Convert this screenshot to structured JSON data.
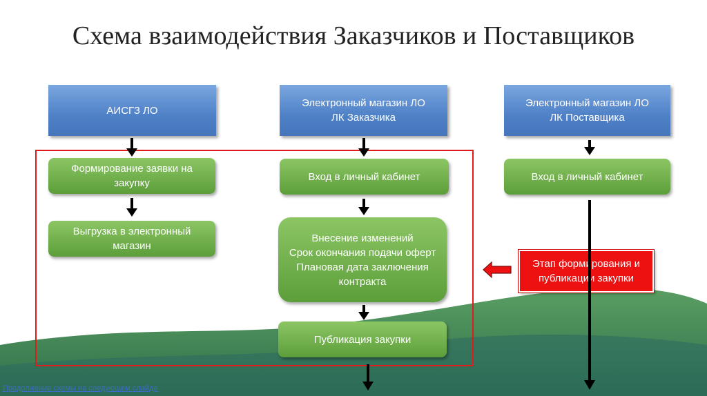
{
  "slide": {
    "title": "Схема взаимодействия Заказчиков и Поставщиков",
    "footer_link": "Продолжение схемы на следующем слайде"
  },
  "columns": {
    "left": {
      "header": "АИСГЗ ЛО",
      "steps": [
        "Формирование заявки на закупку",
        "Выгрузка в электронный магазин"
      ]
    },
    "middle": {
      "header": "Электронный магазин ЛО\nЛК Заказчика",
      "steps": [
        "Вход в личный кабинет",
        "Внесение изменений\nСрок окончания подачи оферт\nПлановая дата заключения контракта",
        "Публикация закупки"
      ]
    },
    "right": {
      "header": "Электронный магазин ЛО\nЛК Поставщика",
      "steps": [
        "Вход в личный кабинет"
      ],
      "stage_note": "Этап формирования и публикации закупки"
    }
  },
  "colors": {
    "header_blue": "#4f81c7",
    "step_green": "#6aab45",
    "highlight_red": "#e01b1b",
    "arrow": "#000000",
    "hill_green": "#3d8a4e"
  }
}
